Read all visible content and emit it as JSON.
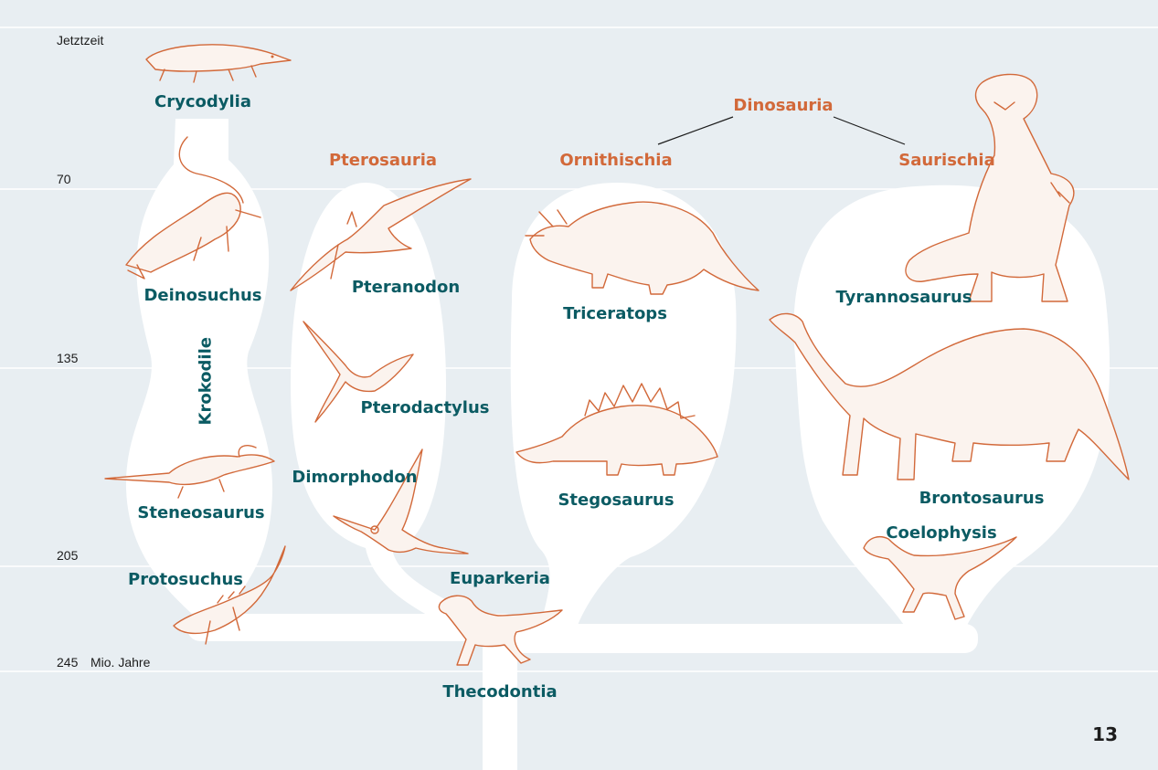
{
  "time_axis": {
    "present_label": "Jetztzeit",
    "marks": [
      "70",
      "135",
      "205",
      "245"
    ],
    "unit_label": "Mio. Jahre"
  },
  "groups": {
    "dinosauria": "Dinosauria",
    "pterosauria": "Pterosauria",
    "ornithischia": "Ornithischia",
    "saurischia": "Saurischia",
    "krokodile": "Krokodile"
  },
  "species": {
    "crycodylia": "Crycodylia",
    "deinosuchus": "Deinosuchus",
    "steneosaurus": "Steneosaurus",
    "protosuchus": "Protosuchus",
    "pteranodon": "Pteranodon",
    "pterodactylus": "Pterodactylus",
    "dimorphodon": "Dimorphodon",
    "triceratops": "Triceratops",
    "stegosaurus": "Stegosaurus",
    "tyrannosaurus": "Tyrannosaurus",
    "brontosaurus": "Brontosaurus",
    "coelophysis": "Coelophysis",
    "euparkeria": "Euparkeria",
    "thecodontia": "Thecodontia"
  },
  "page_number": "13",
  "colors": {
    "background": "#e8eef2",
    "tree_fill": "#ffffff",
    "species_label": "#0b5b63",
    "group_label": "#d2693a",
    "illustration_stroke": "#d2693a"
  }
}
